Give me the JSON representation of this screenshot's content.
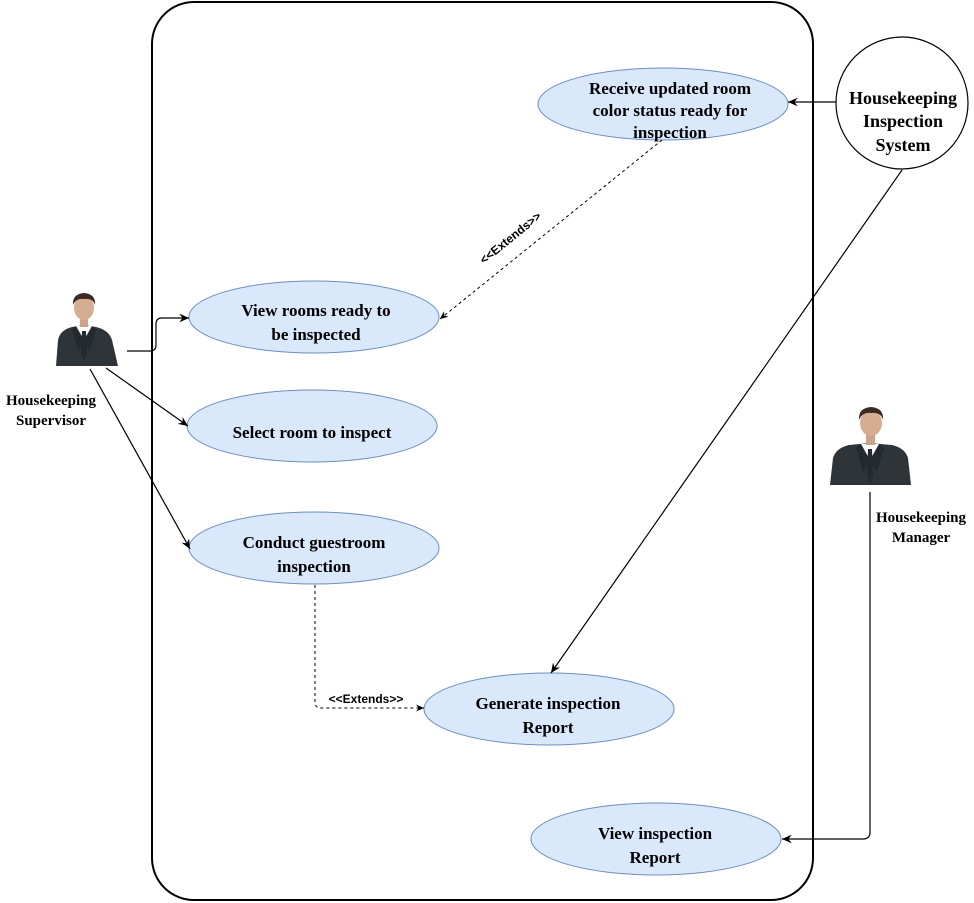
{
  "use_cases": {
    "receive_status": {
      "line1": "Receive updated room",
      "line2": "color status ready for",
      "line3": "inspection"
    },
    "view_rooms": {
      "line1": "View rooms ready to",
      "line2": "be inspected"
    },
    "select_room": {
      "line1": "Select room to inspect"
    },
    "conduct_inspection": {
      "line1": "Conduct guestroom",
      "line2": "inspection"
    },
    "generate_report": {
      "line1": "Generate inspection",
      "line2": "Report"
    },
    "view_report": {
      "line1": "View inspection",
      "line2": "Report"
    }
  },
  "actors": {
    "supervisor": {
      "line1": "Housekeeping",
      "line2": "Supervisor"
    },
    "manager": {
      "line1": "Housekeeping",
      "line2": "Manager"
    },
    "system": {
      "line1": "Housekeeping",
      "line2": "Inspection",
      "line3": "System"
    }
  },
  "relations": {
    "extends_top": "<<Extends>>",
    "extends_bottom": "<<Extends>>"
  },
  "colors": {
    "use_case_fill": "#dae8fc",
    "use_case_stroke": "#6c8ebf",
    "line": "#000000"
  }
}
